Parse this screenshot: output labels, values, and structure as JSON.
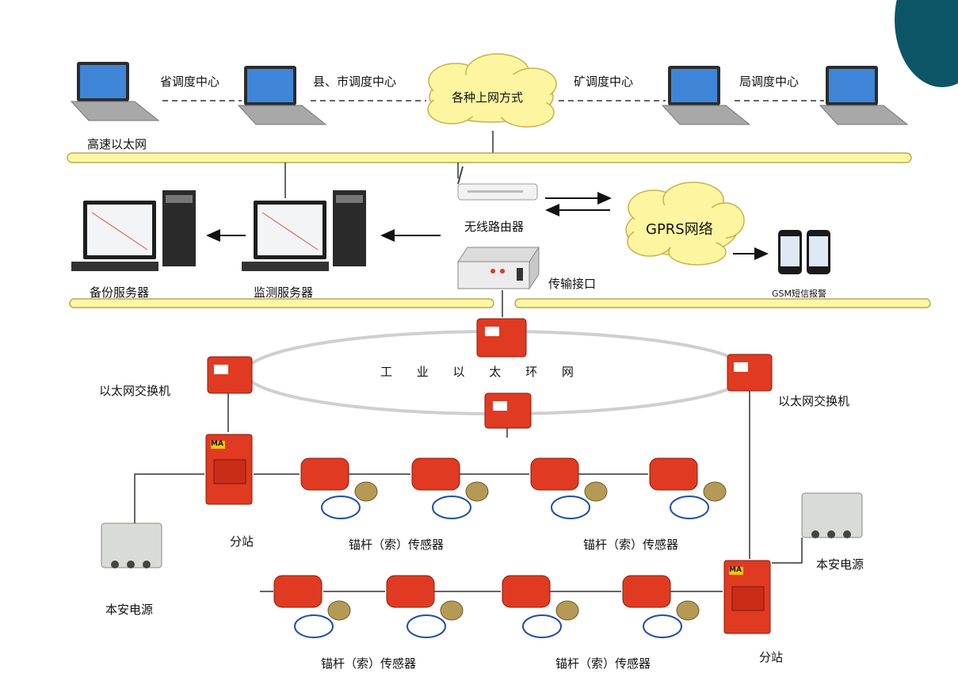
{
  "top_labels": {
    "province": "省调度中心",
    "county_city": "县、市调度中心",
    "internet": "各种上网方式",
    "mine": "矿调度中心",
    "bureau": "局调度中心",
    "ethernet": "高速以太网"
  },
  "middle_labels": {
    "router": "无线路由器",
    "gprs": "GPRS网络",
    "gsm": "GSM短信报警",
    "interface": "传输接口",
    "backup_server": "备份服务器",
    "monitor_server": "监测服务器"
  },
  "ring_labels": {
    "ring": "工 业 以 太 环 网",
    "switch_left": "以太网交换机",
    "switch_right": "以太网交换机"
  },
  "bottom_labels": {
    "substation_1": "分站",
    "substation_2": "分站",
    "sensor_1": "锚杆（索）传感器",
    "sensor_2": "锚杆（索）传感器",
    "sensor_3": "锚杆（索）传感器",
    "sensor_4": "锚杆（索）传感器",
    "power_1": "本安电源",
    "power_2": "本安电源",
    "ma_mark": "MA"
  },
  "colors": {
    "bus_fill": "#fdf7a3",
    "cloud_fill": "#fdf5a0",
    "device_red": "#e03a22",
    "ring_gray": "#cfcfcf",
    "corner_teal": "#0b5566"
  }
}
